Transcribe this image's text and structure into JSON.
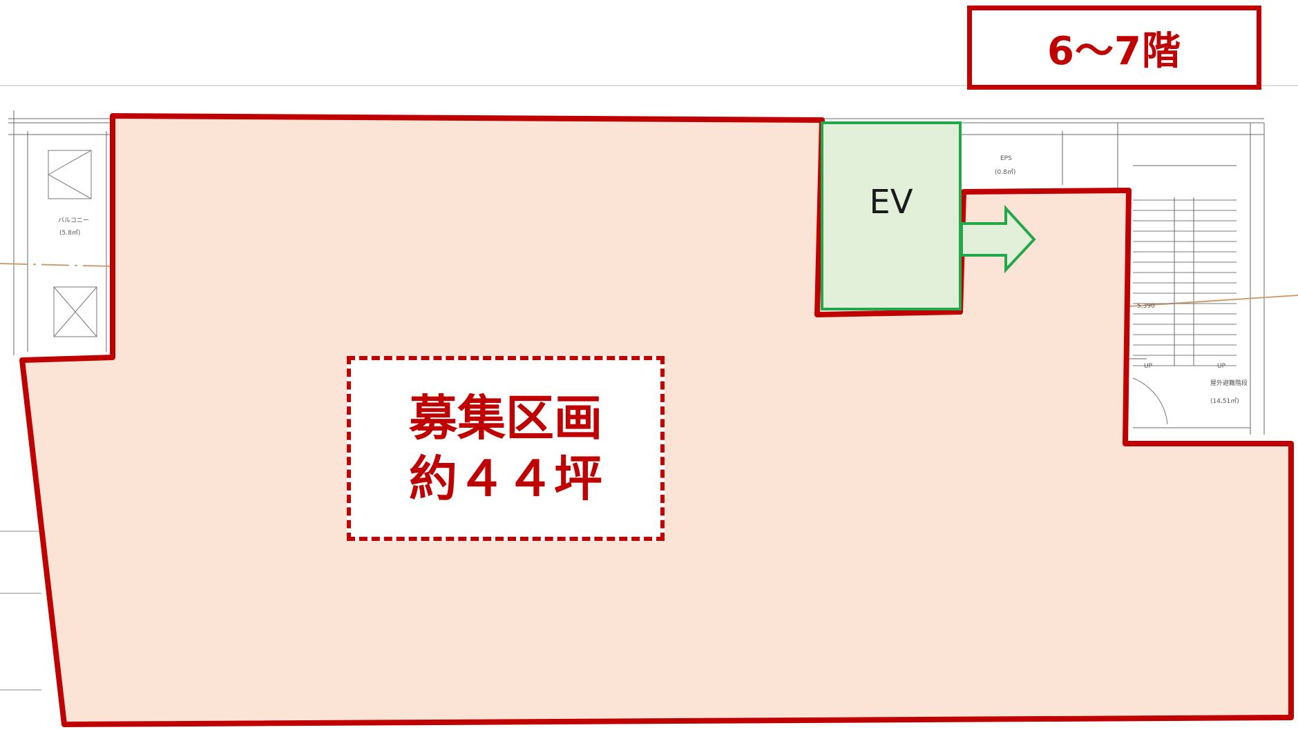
{
  "floor_label": "6〜7階",
  "ev_label": "EV",
  "area": {
    "line1": "募集区画",
    "line2": "約４４坪"
  },
  "plan_annotations": {
    "balcony": "バルコニー",
    "balcony_area": "(5.8㎡)",
    "eps": "EPS",
    "eps_area": "(0.8㎡)",
    "stair": "屋外避難階段",
    "stair_area": "(14.51㎡)",
    "dimension": "5,390",
    "up1": "UP",
    "up2": "UP"
  },
  "colors": {
    "accent_red": "#c00000",
    "area_fill": "#fbe4d6",
    "ev_fill": "#e2efd9",
    "ev_green": "#22a84a"
  }
}
